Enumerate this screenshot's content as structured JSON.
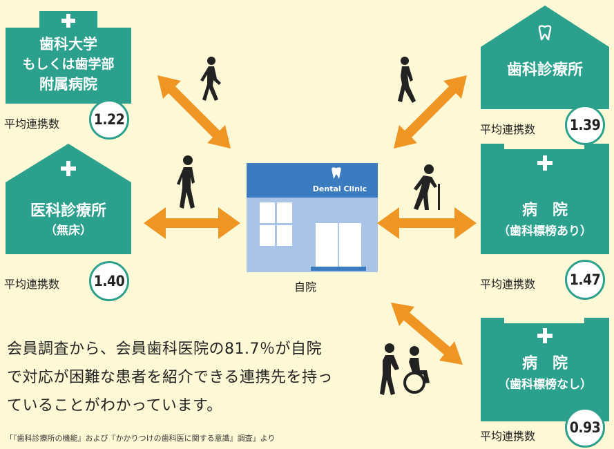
{
  "colors": {
    "teal": "#2aa08d",
    "orange": "#ef9524",
    "background": "#fdf8d5",
    "clinic_blue": "#7ea6d4"
  },
  "nodes": {
    "university": {
      "lines": [
        "歯科大学",
        "もしくは歯学部",
        "附属病院"
      ],
      "metric_label": "平均連携数",
      "value": "1.22",
      "icon": "cross-icon"
    },
    "medical_clinic": {
      "lines": [
        "医科診療所",
        "（無床）"
      ],
      "metric_label": "平均連携数",
      "value": "1.40",
      "icon": "cross-icon"
    },
    "dental_clinic": {
      "lines": [
        "歯科診療所"
      ],
      "metric_label": "平均連携数",
      "value": "1.39",
      "icon": "tooth-icon"
    },
    "hospital_with_dental": {
      "lines": [
        "病　院",
        "（歯科標榜あり）"
      ],
      "metric_label": "平均連携数",
      "value": "1.47",
      "icon": "cross-icon"
    },
    "hospital_no_dental": {
      "lines": [
        "病　院",
        "（歯科標榜なし）"
      ],
      "metric_label": "平均連携数",
      "value": "0.93",
      "icon": "cross-icon"
    }
  },
  "center": {
    "sign": "Dental Clinic",
    "caption": "自院"
  },
  "body_text": [
    "会員調査から、会員歯科医院の81.7％が自院",
    "で対応が困難な患者を紹介できる連携先を持っ",
    "ていることがわかっています。"
  ],
  "footnote": "「『歯科診療所の機能』および『かかりつけの歯科医に関する意識』調査」より"
}
